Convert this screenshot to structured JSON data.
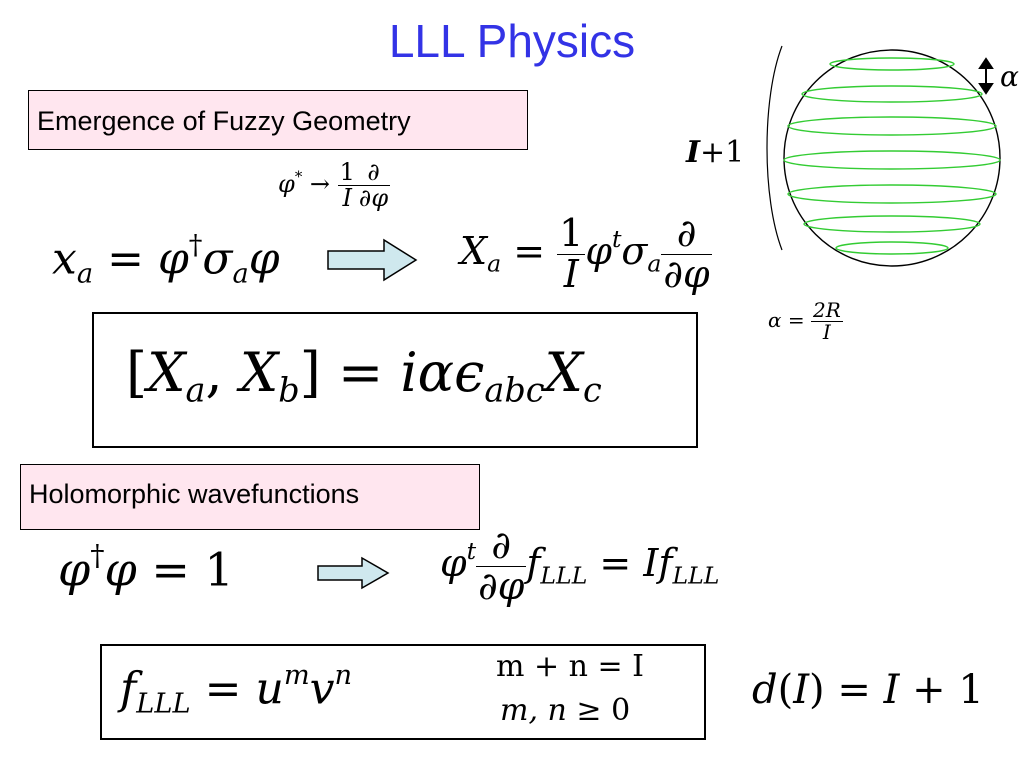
{
  "slide": {
    "title": "LLL Physics",
    "section1_label": "Emergence of Fuzzy Geometry",
    "section2_label": "Holomorphic wavefunctions"
  },
  "equations": {
    "map_over_arrow": {
      "phi_star": "φ",
      "star": "*",
      "arrow": "→",
      "one": "1",
      "I": "I",
      "partial": "∂",
      "dphi": "∂φ"
    },
    "xa": {
      "x": "x",
      "a": "a",
      "rhs": "= φ",
      "dagger": "†",
      "sigma": "σ",
      "phi": "φ"
    },
    "Xa": {
      "X": "X",
      "a": "a",
      "eq": "=",
      "one": "1",
      "I": "I",
      "phi": "φ",
      "t": "t",
      "sigma": "σ",
      "partial": "∂",
      "dphi": "∂φ"
    },
    "commutator": {
      "open": "[",
      "X": "X",
      "a": "a",
      "comma": ", ",
      "b": "b",
      "close": "] = ",
      "i_alpha_eps": "iαϵ",
      "abc": "abc",
      "c": "c"
    },
    "alpha_def": {
      "alpha": "α =",
      "num": "2R",
      "den": "I"
    },
    "sphere": {
      "alpha_label": "α",
      "I": "I",
      "plus_one": "+1"
    },
    "norm": {
      "phi": "φ",
      "dagger": "†",
      "phi2": "φ",
      "rhs": " = 1"
    },
    "eigen": {
      "phi": "φ",
      "t": "t",
      "partial": "∂",
      "dphi": "∂φ",
      "f": "f",
      "LLL": "LLL",
      "eq": " = ",
      "I": "I",
      "f2": "f",
      "LLL2": "LLL"
    },
    "fLLL": {
      "f": "f",
      "LLL": "LLL",
      "eq": " = ",
      "u": "u",
      "m": "m",
      "v": "v",
      "n": "n",
      "cond1": "m + n = I",
      "cond2_a": "m, n ≥ ",
      "cond2_b": "0"
    },
    "degeneracy": {
      "d": "d",
      "openI": "(",
      "I": "I",
      "closeI": ")",
      "eq": " = ",
      "I2": "I",
      "rhs": " + 1"
    }
  },
  "colors": {
    "title": "#3333e6",
    "label_fill": "#ffe6ef",
    "arrow_fill": "#cfe8ee",
    "sphere_lines": "#33cc33"
  }
}
